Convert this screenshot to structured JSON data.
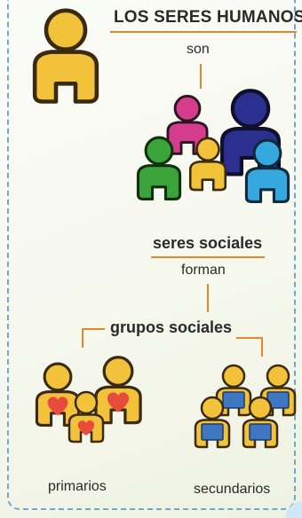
{
  "concept_map": {
    "title": "LOS SERES HUMANOS",
    "link_son": "son",
    "node_social": "seres sociales",
    "link_forman": "forman",
    "node_groups": "grupos sociales",
    "label_primary": "primarios",
    "label_secondary": "secundarios"
  },
  "colors": {
    "connector": "#e28a2b",
    "frame": "#6fa8cf",
    "figure_yellow": "#f2c23a",
    "figure_magenta": "#d63c8c",
    "figure_navy": "#2b2f8f",
    "figure_green": "#3aa33a",
    "figure_cyan": "#36a8e0",
    "heart": "#e84a3c",
    "book": "#3f76c2"
  },
  "icons": {
    "person": "person-icon",
    "heart": "heart-icon",
    "book": "book-icon"
  }
}
